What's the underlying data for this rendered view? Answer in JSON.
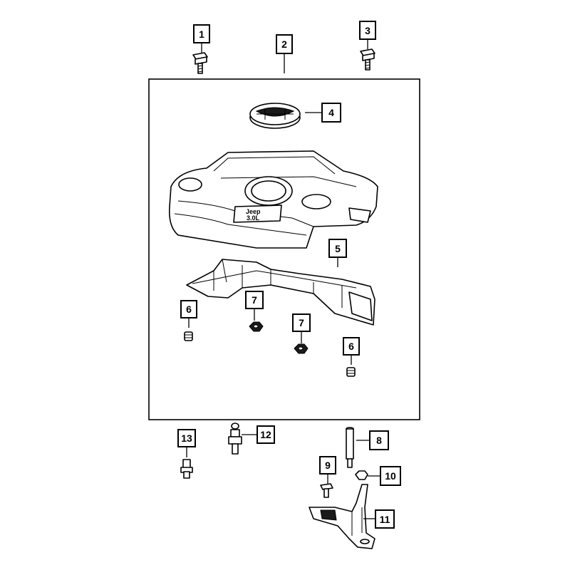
{
  "callouts": [
    {
      "id": "c1",
      "number": "1"
    },
    {
      "id": "c2",
      "number": "2"
    },
    {
      "id": "c3",
      "number": "3"
    },
    {
      "id": "c4",
      "number": "4"
    },
    {
      "id": "c5",
      "number": "5"
    },
    {
      "id": "c6a",
      "number": "6"
    },
    {
      "id": "c7a",
      "number": "7"
    },
    {
      "id": "c7b",
      "number": "7"
    },
    {
      "id": "c6b",
      "number": "6"
    },
    {
      "id": "c8",
      "number": "8"
    },
    {
      "id": "c9",
      "number": "9"
    },
    {
      "id": "c10",
      "number": "10"
    },
    {
      "id": "c11",
      "number": "11"
    },
    {
      "id": "c12",
      "number": "12"
    },
    {
      "id": "c13",
      "number": "13"
    }
  ],
  "cover_logo": {
    "brand": "Jeep",
    "engine_badge": "3.0L"
  }
}
